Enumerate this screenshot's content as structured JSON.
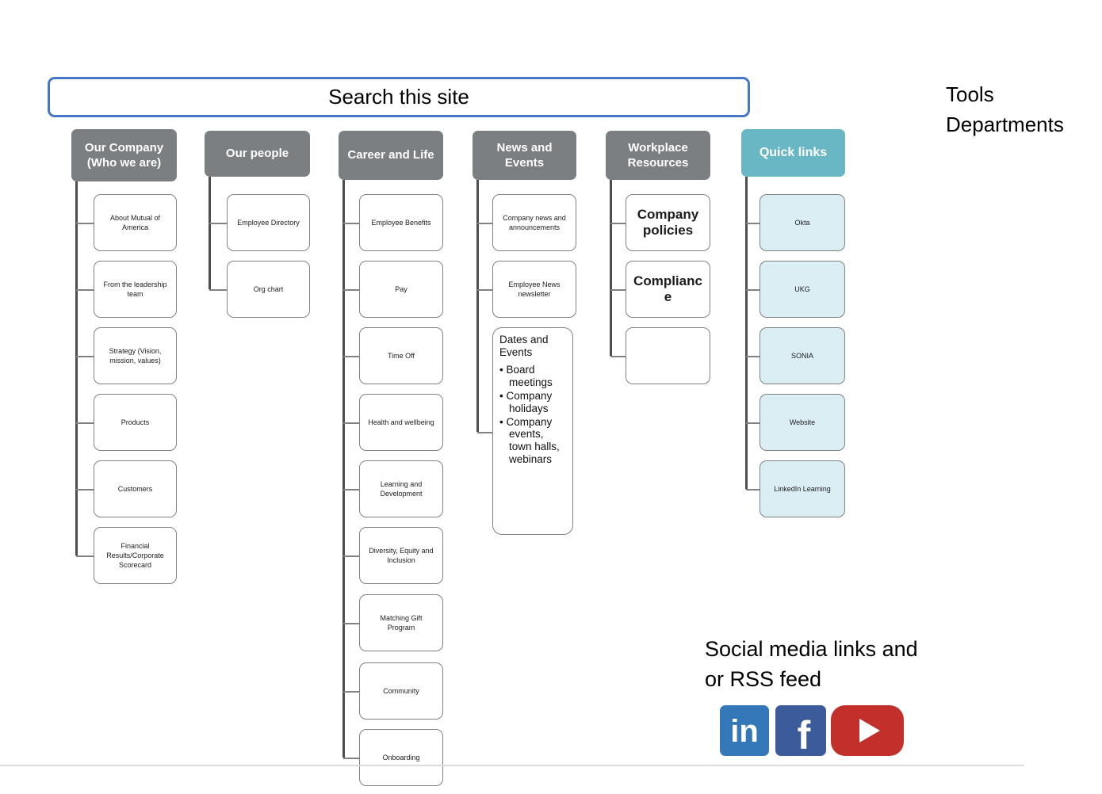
{
  "search": {
    "label": "Search this site"
  },
  "side_note": {
    "line1": "Tools",
    "line2": "Departments"
  },
  "columns": [
    {
      "title": "Our Company (Who we are)",
      "items": [
        "About Mutual of America",
        "From the leadership team",
        "Strategy (Vision, mission, values)",
        "Products",
        "Customers",
        "Financial Results/Corporate Scorecard"
      ]
    },
    {
      "title": "Our people",
      "items": [
        "Employee Directory",
        "Org chart"
      ]
    },
    {
      "title": "Career and Life",
      "items": [
        "Employee Benefits",
        "Pay",
        "Time Off",
        "Health and wellbeing",
        "Learning and Development",
        "Diversity, Equity and Inclusion",
        "Matching Gift Program",
        "Community",
        "Onboarding"
      ]
    },
    {
      "title": "News and Events",
      "items": [
        "Company news and announcements",
        "Employee News newsletter"
      ],
      "panel": {
        "heading": "Dates and Events",
        "bullets": [
          "Board meetings",
          "Company holidays",
          "Company events, town halls, webinars"
        ]
      }
    },
    {
      "title": "Workplace Resources",
      "items": [
        "Company policies",
        "Compliance",
        ""
      ]
    },
    {
      "title": "Quick links",
      "items": [
        "Okta",
        "UKG",
        "SONIA",
        "Website",
        "LinkedIn Learning"
      ]
    }
  ],
  "social": {
    "caption_line1": "Social media links and",
    "caption_line2": "or RSS feed",
    "icons": [
      "linkedin-icon",
      "facebook-icon",
      "youtube-icon"
    ],
    "linkedin_glyph": "in",
    "facebook_glyph": "f"
  },
  "colors": {
    "header_gray": "#7c7f82",
    "quick_links_teal": "#69b6c5",
    "quick_link_fill": "#dbeef4",
    "search_border_blue": "#4576c8",
    "linkedin_blue": "#3578b9",
    "facebook_blue": "#3b5b9a",
    "youtube_red": "#c32f2a"
  }
}
